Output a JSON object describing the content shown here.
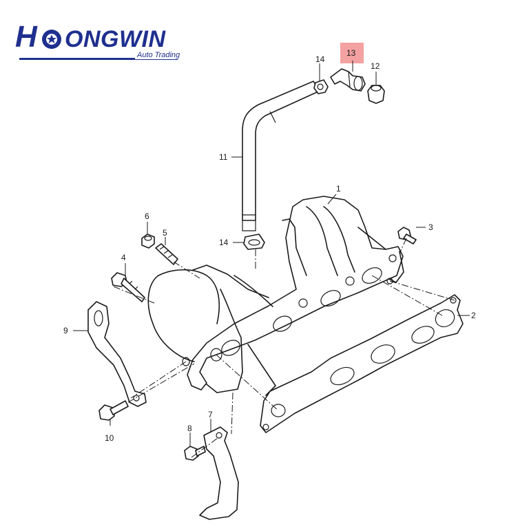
{
  "brand": {
    "initial": "H",
    "rest": "ONGWIN",
    "tagline": "Auto Trading",
    "color": "#1f2f8f"
  },
  "highlight_color": "#f08a8a",
  "callouts": [
    {
      "id": "1",
      "label": "1"
    },
    {
      "id": "2",
      "label": "2"
    },
    {
      "id": "3",
      "label": "3"
    },
    {
      "id": "4",
      "label": "4"
    },
    {
      "id": "5",
      "label": "5"
    },
    {
      "id": "6",
      "label": "6"
    },
    {
      "id": "7",
      "label": "7"
    },
    {
      "id": "8",
      "label": "8"
    },
    {
      "id": "9",
      "label": "9"
    },
    {
      "id": "10",
      "label": "10"
    },
    {
      "id": "11",
      "label": "11"
    },
    {
      "id": "12",
      "label": "12"
    },
    {
      "id": "13",
      "label": "13"
    },
    {
      "id": "14a",
      "label": "14"
    },
    {
      "id": "14b",
      "label": "14"
    }
  ],
  "highlighted_part": "13"
}
